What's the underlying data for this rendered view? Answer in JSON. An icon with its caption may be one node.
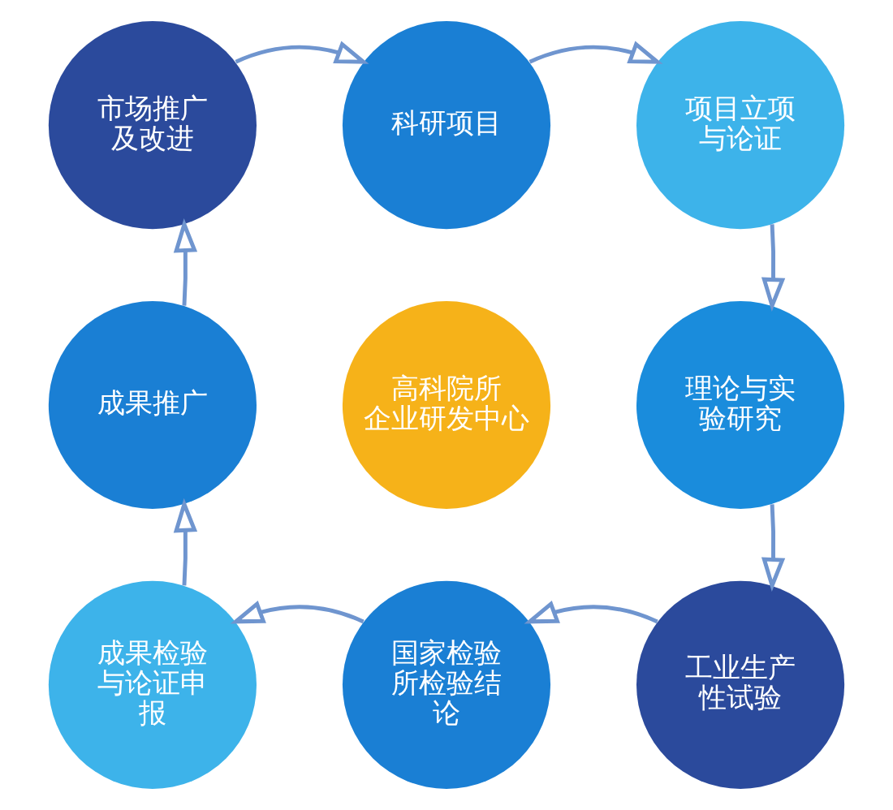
{
  "diagram": {
    "nodes": [
      {
        "text": [
          "市场推广及改进"
        ]
      },
      {
        "text": [
          "科研项目"
        ]
      },
      {
        "text": [
          "项目立项与论证"
        ]
      },
      {
        "text": [
          "成果推广"
        ]
      },
      {
        "text": [
          "高科院所",
          "企业研发中心"
        ]
      },
      {
        "text": [
          "理论与实验研究"
        ]
      },
      {
        "text": [
          "成果检验与论证申报"
        ]
      },
      {
        "text": [
          "国家检验所检验结论"
        ]
      },
      {
        "text": [
          "工业生产性试验"
        ]
      }
    ],
    "edges": [
      {
        "from": 0,
        "to": 1,
        "arrow": "to"
      },
      {
        "from": 1,
        "to": 2,
        "arrow": "to"
      },
      {
        "from": 2,
        "to": 5,
        "arrow": "to"
      },
      {
        "from": 5,
        "to": 8,
        "arrow": "to"
      },
      {
        "from": 8,
        "to": 7,
        "arrow": "to"
      },
      {
        "from": 7,
        "to": 6,
        "arrow": "to"
      },
      {
        "from": 6,
        "to": 3,
        "arrow": "to"
      },
      {
        "from": 3,
        "to": 0,
        "arrow": "to"
      }
    ]
  }
}
